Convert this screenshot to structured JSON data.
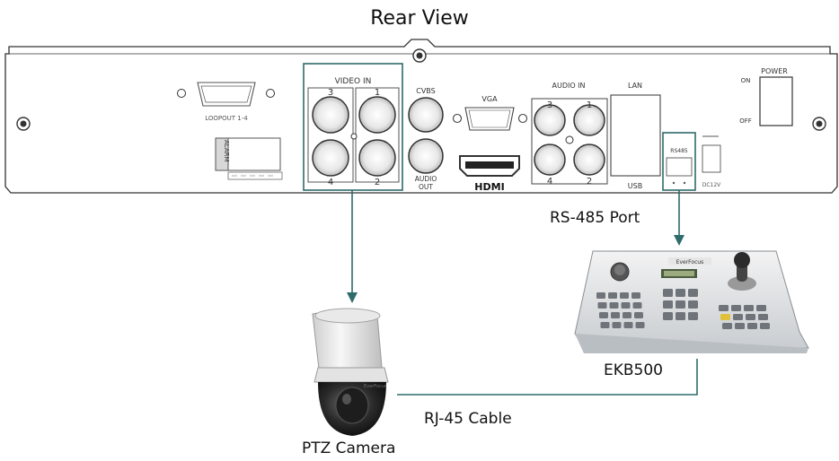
{
  "title": "Rear View",
  "panel": {
    "video_in": "VIDEO IN",
    "cvbs": "CVBS",
    "audio_out_1": "AUDIO",
    "audio_out_2": "OUT",
    "vga": "VGA",
    "hdmi": "HDMI",
    "audio_in": "AUDIO IN",
    "lan": "LAN",
    "usb": "USB",
    "rs485": "RS485",
    "power": "POWER",
    "on": "ON",
    "off": "OFF",
    "loopout": "LOOPOUT 1-4",
    "alarm": "ALARM",
    "dc": "DC12V",
    "video_nums": [
      "3",
      "1",
      "4",
      "2"
    ],
    "audio_nums": [
      "3",
      "1",
      "4",
      "2"
    ]
  },
  "labels": {
    "rs485_port": "RS-485 Port",
    "keyboard": "EKB500",
    "cable": "RJ-45 Cable",
    "camera": "PTZ Camera"
  },
  "keyboard_brand": "EverFocus",
  "colors": {
    "connector": "#2f6b6b",
    "panel_stroke": "#333333",
    "text": "#111111"
  }
}
